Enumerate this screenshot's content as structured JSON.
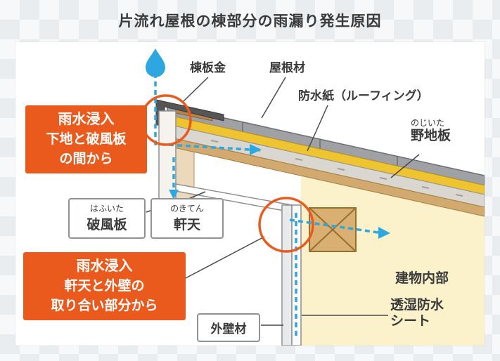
{
  "title": "片流れ屋根の棟部分の雨漏り発生原因",
  "labels": {
    "ridge_flashing": "棟板金",
    "roofing_material": "屋根材",
    "waterproof_sheet": "防水紙（ルーフィング）",
    "sheathing_ruby": "のじいた",
    "sheathing": "野地板",
    "bargeboard_ruby": "はふいた",
    "bargeboard": "破風板",
    "soffit_ruby": "のきてん",
    "soffit": "軒天",
    "exterior_wall": "外壁材",
    "building_interior": "建物内部",
    "breathable_sheet_line1": "透湿防水",
    "breathable_sheet_line2": "シート"
  },
  "callouts": {
    "ridge_leak": {
      "lines": [
        "雨水浸入",
        "下地と破風板",
        "の間から"
      ]
    },
    "soffit_leak": {
      "lines": [
        "雨水浸入",
        "軒天と外壁の",
        "取り合い部分から"
      ]
    }
  },
  "icons": {
    "water_drop_icon": "teardrop-shape",
    "leak_circle": "orange-highlight-ring",
    "water_path": "blue-dashed-arrow"
  },
  "colors": {
    "accent_orange": "#ea5a1d",
    "water_blue": "#2da7e0",
    "roofing_gray": "#a0a1a5",
    "underlayment_yellow": "#eec431",
    "sheathing_gray": "#dad6d0",
    "structure_tan": "#d2a96e",
    "interior_cream": "#fbf2cc",
    "text_dark": "#3a3a3a"
  }
}
